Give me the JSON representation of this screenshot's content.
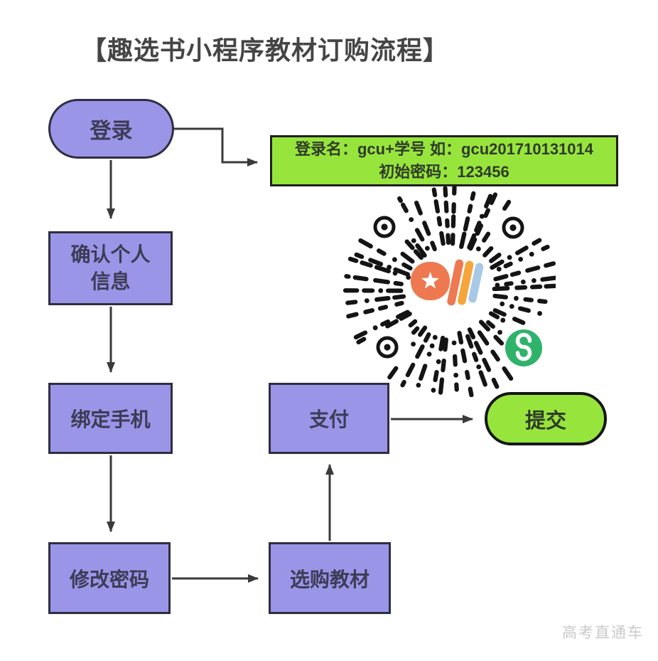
{
  "title": "【趣选书小程序教材订购流程】",
  "watermark": "高考直通车",
  "flow": {
    "nodes": {
      "login": {
        "label": "登录"
      },
      "confirm_info": {
        "label": "确认个人\n信息"
      },
      "bind_phone": {
        "label": "绑定手机"
      },
      "change_password": {
        "label": "修改密码"
      },
      "select_textbooks": {
        "label": "选购教材"
      },
      "pay": {
        "label": "支付"
      },
      "submit": {
        "label": "提交"
      }
    },
    "note": {
      "line1": "登录名：gcu+学号 如：gcu201710131014",
      "line2": "初始密码：123456"
    },
    "edges": [
      {
        "from": "login",
        "to": "note"
      },
      {
        "from": "login",
        "to": "confirm_info"
      },
      {
        "from": "confirm_info",
        "to": "bind_phone"
      },
      {
        "from": "bind_phone",
        "to": "change_password"
      },
      {
        "from": "change_password",
        "to": "select_textbooks"
      },
      {
        "from": "select_textbooks",
        "to": "pay"
      },
      {
        "from": "pay",
        "to": "submit"
      }
    ]
  },
  "qr": {
    "type": "wechat-mini-program-code",
    "center_icon": "quxuanshu-app-logo",
    "badge_icon": "wechat-mini-program-icon"
  },
  "colors": {
    "node_purple": "#9b95e8",
    "node_border": "#2e2e40",
    "node_text": "#3c3c55",
    "accent_green": "#97e53c",
    "green_text": "#2e3a28",
    "arrow": "#3a3a3a",
    "title_text": "#454545",
    "watermark": "#c9c9c9",
    "badge_green": "#2fb36b",
    "logo_orange": "#ee7950",
    "logo_amber": "#f4a63b",
    "logo_blue": "#a6c9e8",
    "qr_black": "#141414"
  }
}
